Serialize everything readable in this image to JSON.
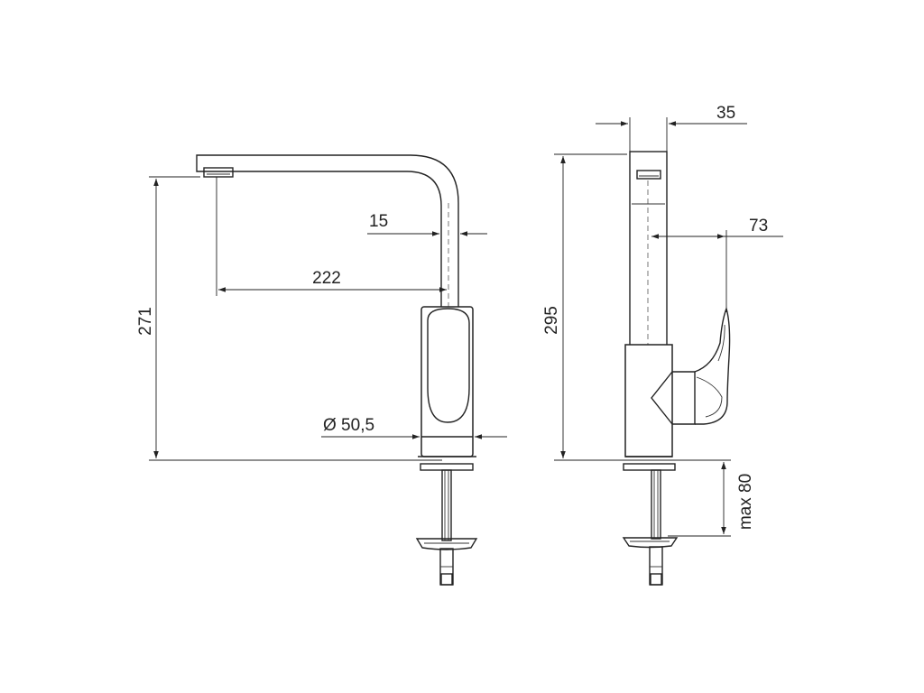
{
  "dimensions": {
    "side_height": "271",
    "reach": "222",
    "spout_width": "15",
    "base_diameter": "Ø 50,5",
    "total_height": "295",
    "front_width": "35",
    "handle_projection": "73",
    "max_deck": "max 80"
  },
  "colors": {
    "line": "#222222",
    "background": "#ffffff"
  }
}
